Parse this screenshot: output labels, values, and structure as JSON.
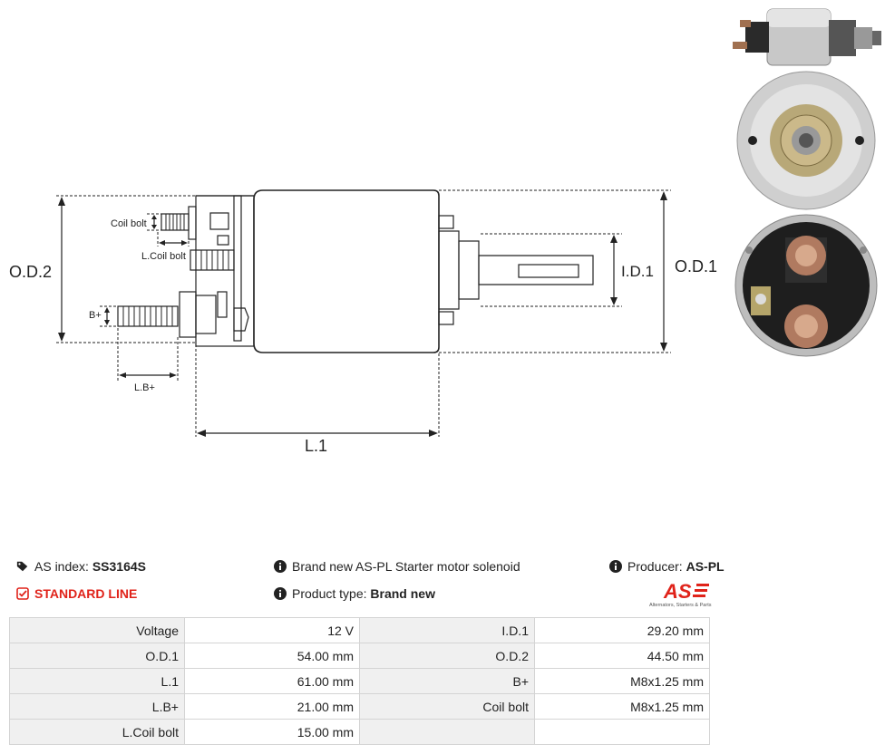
{
  "dimension_labels": {
    "od2": "O.D.2",
    "od1": "O.D.1",
    "id1": "I.D.1",
    "l1": "L.1",
    "coil_bolt": "Coil bolt",
    "l_coil_bolt": "L.Coil bolt",
    "b_plus": "B+",
    "l_b_plus": "L.B+"
  },
  "info": {
    "as_index_label": "AS index:",
    "as_index_value": "SS3164S",
    "description": "Brand new AS-PL Starter motor solenoid",
    "producer_label": "Producer:",
    "producer_value": "AS-PL",
    "line": "STANDARD LINE",
    "product_type_label": "Product type:",
    "product_type_value": "Brand new"
  },
  "logo": {
    "mark": "AS",
    "tagline": "Alternators, Starters & Parts",
    "color": "#e0231a"
  },
  "specs": [
    [
      "Voltage",
      "12 V",
      "I.D.1",
      "29.20 mm"
    ],
    [
      "O.D.1",
      "54.00 mm",
      "O.D.2",
      "44.50 mm"
    ],
    [
      "L.1",
      "61.00 mm",
      "B+",
      "M8x1.25 mm"
    ],
    [
      "L.B+",
      "21.00 mm",
      "Coil bolt",
      "M8x1.25 mm"
    ],
    [
      "L.Coil bolt",
      "15.00 mm",
      "",
      ""
    ]
  ],
  "icons": {
    "as_index": "tags-icon",
    "description": "info-circle-icon",
    "producer": "info-circle-icon",
    "line": "check-square-icon",
    "product_type": "info-circle-icon"
  }
}
